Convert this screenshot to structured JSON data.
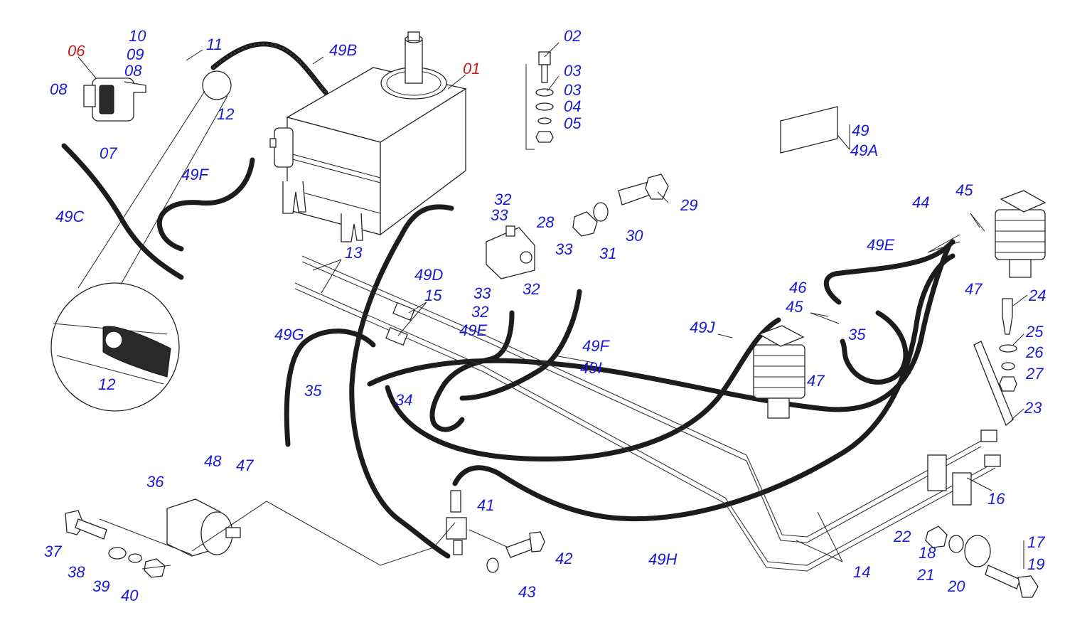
{
  "diagram": {
    "colors": {
      "label": "#1a1ad6",
      "highlight_label": "#d01818",
      "hose": "#1c1c1c"
    },
    "labels": [
      {
        "id": "l01",
        "text": "01"
      },
      {
        "id": "l02",
        "text": "02"
      },
      {
        "id": "l03a",
        "text": "03"
      },
      {
        "id": "l03b",
        "text": "03"
      },
      {
        "id": "l04",
        "text": "04"
      },
      {
        "id": "l05",
        "text": "05"
      },
      {
        "id": "l06",
        "text": "06"
      },
      {
        "id": "l07",
        "text": "07"
      },
      {
        "id": "l08a",
        "text": "08"
      },
      {
        "id": "l08b",
        "text": "08"
      },
      {
        "id": "l09",
        "text": "09"
      },
      {
        "id": "l10",
        "text": "10"
      },
      {
        "id": "l11",
        "text": "11"
      },
      {
        "id": "l12a",
        "text": "12"
      },
      {
        "id": "l12b",
        "text": "12"
      },
      {
        "id": "l13",
        "text": "13"
      },
      {
        "id": "l14",
        "text": "14"
      },
      {
        "id": "l15",
        "text": "15"
      },
      {
        "id": "l16",
        "text": "16"
      },
      {
        "id": "l17",
        "text": "17"
      },
      {
        "id": "l18",
        "text": "18"
      },
      {
        "id": "l19",
        "text": "19"
      },
      {
        "id": "l20",
        "text": "20"
      },
      {
        "id": "l21",
        "text": "21"
      },
      {
        "id": "l22",
        "text": "22"
      },
      {
        "id": "l23",
        "text": "23"
      },
      {
        "id": "l24",
        "text": "24"
      },
      {
        "id": "l25",
        "text": "25"
      },
      {
        "id": "l26",
        "text": "26"
      },
      {
        "id": "l27",
        "text": "27"
      },
      {
        "id": "l28",
        "text": "28"
      },
      {
        "id": "l29",
        "text": "29"
      },
      {
        "id": "l30",
        "text": "30"
      },
      {
        "id": "l31",
        "text": "31"
      },
      {
        "id": "l32a",
        "text": "32"
      },
      {
        "id": "l32b",
        "text": "32"
      },
      {
        "id": "l32c",
        "text": "32"
      },
      {
        "id": "l33a",
        "text": "33"
      },
      {
        "id": "l33b",
        "text": "33"
      },
      {
        "id": "l33c",
        "text": "33"
      },
      {
        "id": "l34",
        "text": "34"
      },
      {
        "id": "l35a",
        "text": "35"
      },
      {
        "id": "l35b",
        "text": "35"
      },
      {
        "id": "l36",
        "text": "36"
      },
      {
        "id": "l37",
        "text": "37"
      },
      {
        "id": "l38",
        "text": "38"
      },
      {
        "id": "l39",
        "text": "39"
      },
      {
        "id": "l40",
        "text": "40"
      },
      {
        "id": "l41",
        "text": "41"
      },
      {
        "id": "l42",
        "text": "42"
      },
      {
        "id": "l43",
        "text": "43"
      },
      {
        "id": "l44",
        "text": "44"
      },
      {
        "id": "l45a",
        "text": "45"
      },
      {
        "id": "l45b",
        "text": "45"
      },
      {
        "id": "l46",
        "text": "46"
      },
      {
        "id": "l47a",
        "text": "47"
      },
      {
        "id": "l47b",
        "text": "47"
      },
      {
        "id": "l47c",
        "text": "47"
      },
      {
        "id": "l48",
        "text": "48"
      },
      {
        "id": "l49",
        "text": "49"
      },
      {
        "id": "l49A",
        "text": "49A"
      },
      {
        "id": "l49B",
        "text": "49B"
      },
      {
        "id": "l49C",
        "text": "49C"
      },
      {
        "id": "l49D",
        "text": "49D"
      },
      {
        "id": "l49Ea",
        "text": "49E"
      },
      {
        "id": "l49Eb",
        "text": "49E"
      },
      {
        "id": "l49Fa",
        "text": "49F"
      },
      {
        "id": "l49Fb",
        "text": "49F"
      },
      {
        "id": "l49G",
        "text": "49G"
      },
      {
        "id": "l49H",
        "text": "49H"
      },
      {
        "id": "l49I",
        "text": "49I"
      },
      {
        "id": "l49J",
        "text": "49J"
      }
    ]
  }
}
